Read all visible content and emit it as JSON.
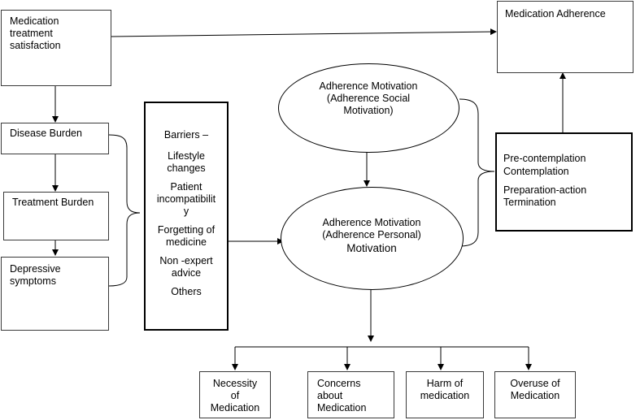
{
  "nodes": {
    "satisfaction": [
      "Medication",
      "treatment",
      "satisfaction"
    ],
    "adherence": "Medication Adherence",
    "disease_burden": "Disease Burden",
    "treatment_burden": "Treatment Burden",
    "depressive": [
      "Depressive",
      "symptoms"
    ],
    "barriers": {
      "title": "Barriers –",
      "items": [
        [
          "Lifestyle",
          "changes"
        ],
        [
          "Patient",
          "incompatibilit",
          "y"
        ],
        [
          "Forgetting of",
          "medicine"
        ],
        [
          "Non -expert",
          "advice"
        ],
        [
          "Others"
        ]
      ]
    },
    "social_motivation": [
      "Adherence Motivation",
      "(Adherence Social",
      "Motivation)"
    ],
    "personal_motivation": [
      "Adherence Motivation",
      "(Adherence Personal)",
      "Motivation"
    ],
    "stages": [
      "Pre-contemplation",
      "Contemplation",
      "Preparation-action",
      "Termination"
    ],
    "outcomes": [
      [
        "Necessity",
        "of",
        "Medication"
      ],
      [
        "Concerns",
        "about",
        "Medication"
      ],
      [
        "Harm of",
        "medication"
      ],
      [
        "Overuse of",
        "Medication"
      ]
    ]
  }
}
